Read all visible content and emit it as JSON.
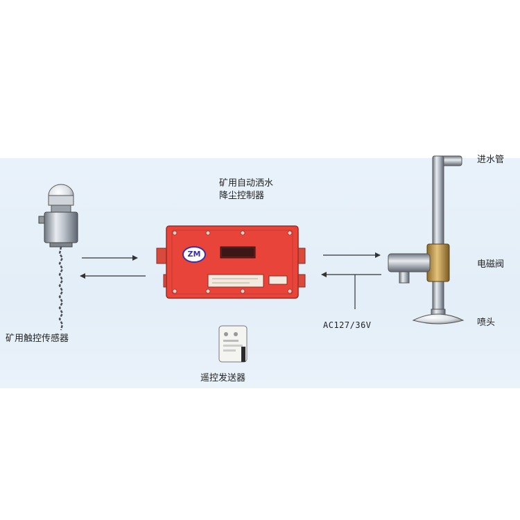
{
  "controller": {
    "title_line1": "矿用自动洒水",
    "title_line2": "降尘控制器",
    "logo": "ZM"
  },
  "sensor": {
    "label": "矿用触控传感器"
  },
  "remote": {
    "label": "遥控发送器"
  },
  "power": {
    "label": "AC127/36V"
  },
  "pipe": {
    "label": "进水管"
  },
  "valve": {
    "label": "电磁阀"
  },
  "nozzle": {
    "label": "喷头"
  },
  "colors": {
    "controller_red": "#e8443a",
    "background_blue": "#e6f0f9",
    "logo_blue": "#3a2fa8"
  }
}
